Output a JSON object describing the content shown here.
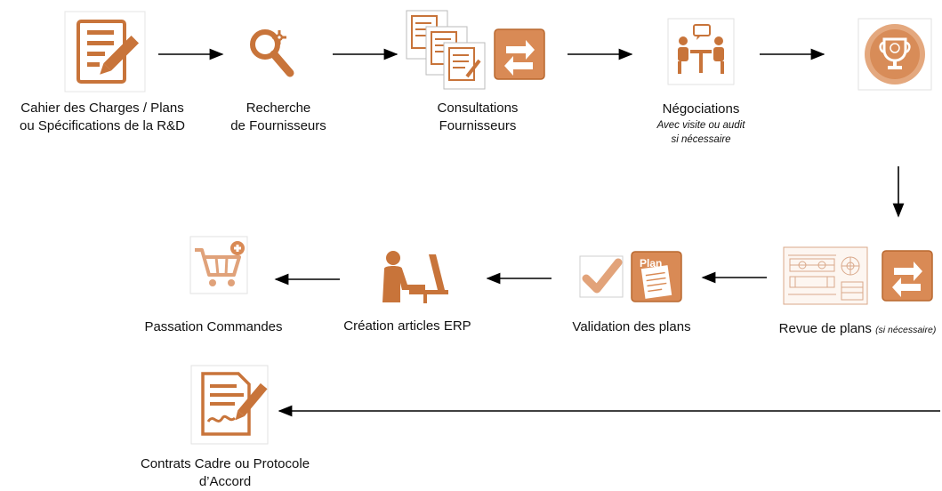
{
  "steps": {
    "cahier": {
      "line1": "Cahier des Charges / Plans",
      "line2": "ou Spécifications de la R&D",
      "icon": "document-pencil-icon"
    },
    "recherche": {
      "line1": "Recherche",
      "line2": "de Fournisseurs",
      "icon": "magnifier-gear-icon"
    },
    "consultations": {
      "line1": "Consultations",
      "line2": "Fournisseurs",
      "icon": "documents-stack-icon",
      "icon2": "exchange-arrows-icon"
    },
    "negociations": {
      "line1": "Négociations",
      "line2": "Avec visite ou audit",
      "line3": "si nécessaire",
      "icon": "meeting-icon"
    },
    "selection": {
      "icon": "trophy-icon"
    },
    "revue": {
      "line1": "Revue de plans",
      "note": "(si nécessaire)",
      "icon": "technical-drawing-icon",
      "icon2": "exchange-arrows-icon"
    },
    "validation": {
      "line1": "Validation des plans",
      "icon": "checkmark-icon",
      "icon2": "plan-document-icon",
      "plan_word": "Plan"
    },
    "creation": {
      "line1": "Création articles ERP",
      "icon": "person-computer-icon"
    },
    "passation": {
      "line1": "Passation Commandes",
      "icon": "cart-add-icon"
    },
    "contrats": {
      "line1": "Contrats Cadre ou Protocole",
      "line2": "d’Accord",
      "icon": "contract-signature-icon"
    }
  },
  "colors": {
    "accent": "#c8743a",
    "accent_light": "#e8b08a",
    "arrow": "#000000"
  }
}
